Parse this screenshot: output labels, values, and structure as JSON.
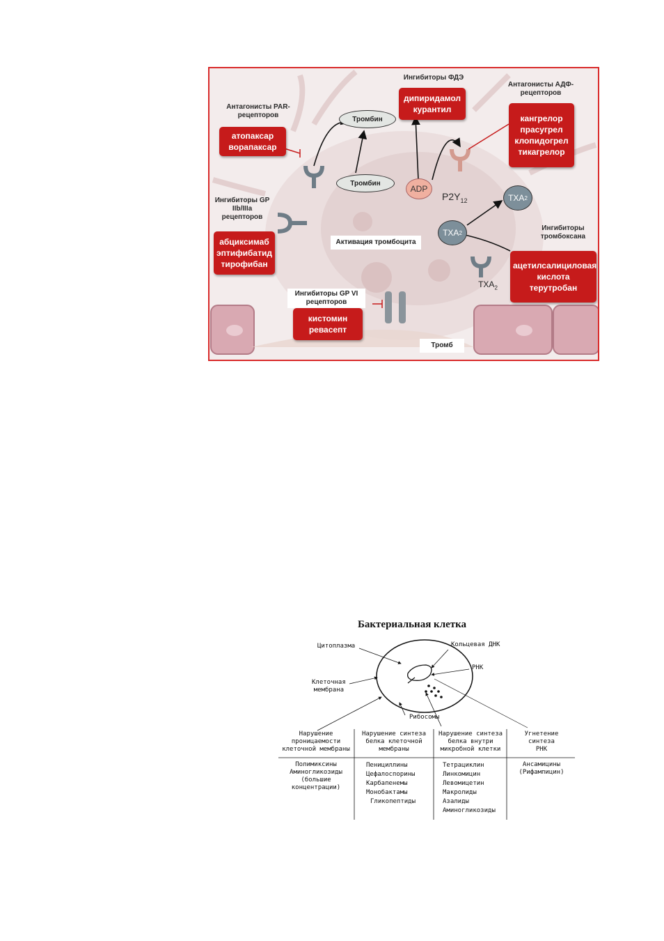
{
  "platelet_figure": {
    "pde_inhibitors": "Ингибиторы ФДЭ",
    "pde_drugs": [
      "дипиридамол",
      "курантил"
    ],
    "par_antagonists": "Антагонисты PAR-рецепторов",
    "par_drugs": [
      "атопаксар",
      "ворапаксар"
    ],
    "adp_antagonists": "Антагонисты АДФ-рецепторов",
    "adp_drugs": [
      "кангрелор",
      "прасугрел",
      "клопидогрел",
      "тикагрелор"
    ],
    "thrombin_top": "Тромбин",
    "thrombin_bottom": "Тромбин",
    "adp": "ADP",
    "p2y12": "P2Y",
    "p2y12_sub": "12",
    "txa2_a": "TXA",
    "txa2_b": "TXA",
    "txa2_c": "TXA",
    "txa2_sub": "2",
    "gp_inhibitors": "Ингибиторы GP IIb/IIIa рецепторов",
    "gp_drugs": [
      "абциксимаб",
      "эптифибатид",
      "тирофибан"
    ],
    "activation": "Активация тромбоцита",
    "thromboxane_inhibitors": "Ингибиторы тромбоксана",
    "thromboxane_drugs": [
      "ацетилсалициловая",
      "кислота",
      "терутробан"
    ],
    "gpvi_inhibitors": "Ингибиторы GP VI рецепторов",
    "gpvi_drugs": [
      "кистомин",
      "ревасепт"
    ],
    "thrombus": "Тромб",
    "colors": {
      "red_box": "#c61b1b",
      "frame": "#d92a2a"
    }
  },
  "bacterial_figure": {
    "title": "Бактериальная клетка",
    "cytoplasm": "Цитоплазма",
    "ring_dna": "Кольцевая ДНК",
    "rna": "РНК",
    "membrane": [
      "Клеточная",
      "мембрана"
    ],
    "ribosomes": "Рибосомы",
    "columns": [
      {
        "header": [
          "Нарушение",
          "проницаемости",
          "клеточной мембраны"
        ],
        "items": [
          "Полимиксины",
          "Аминогликозиды",
          "(большие",
          "концентрации)"
        ]
      },
      {
        "header": [
          "Нарушение синтеза",
          "белка клеточной",
          "мембраны"
        ],
        "items": [
          "Пенициллины",
          "Цефалоспорины",
          "Карбапенемы",
          "Монобактамы",
          "Гликопептиды"
        ]
      },
      {
        "header": [
          "Нарушение синтеза",
          "белка внутри",
          "микробной клетки"
        ],
        "items": [
          "Тетрациклин",
          "Линкомицин",
          "Левомицетин",
          "Макролиды",
          "Азалиды",
          "Аминогликозиды"
        ]
      },
      {
        "header": [
          "Угнетение",
          "синтеза",
          "РНК"
        ],
        "items": [
          "Ансамицины",
          "(Рифампицин)"
        ]
      }
    ]
  }
}
